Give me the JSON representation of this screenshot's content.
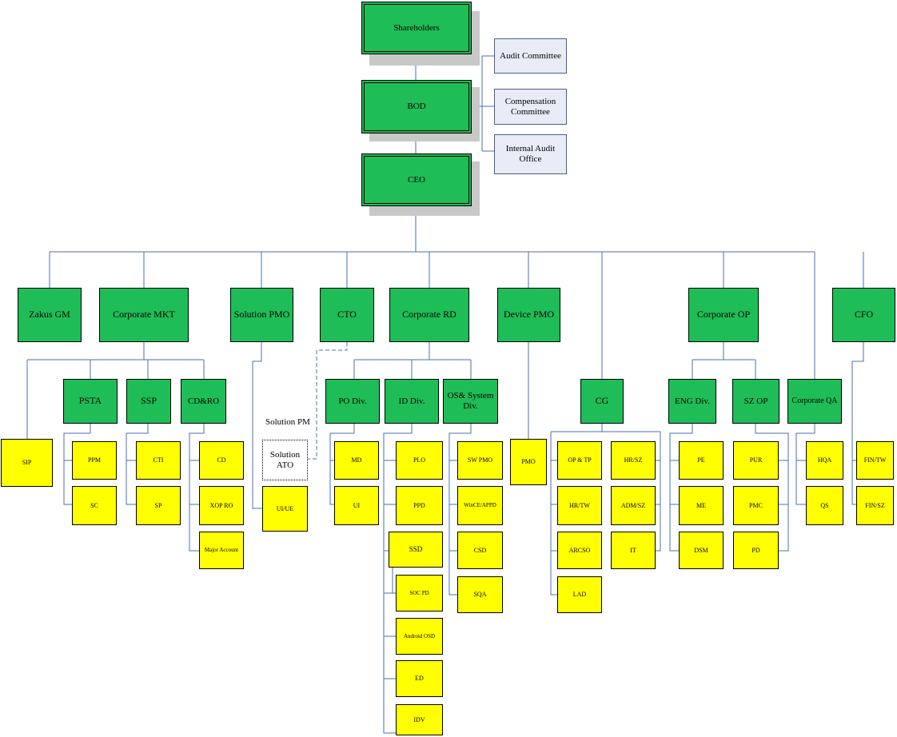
{
  "org_chart": {
    "shareholders": "Shareholders",
    "bod": "BOD",
    "ceo": "CEO",
    "committees": {
      "audit": "Audit  Committee",
      "compensation": "Compensation Committee",
      "internal_audit": "Internal Audit Office"
    },
    "departments": {
      "zakus_gm": "Zakus GM",
      "corporate_mkt": "Corporate MKT",
      "solution_pmo": "Solution PMO",
      "cto": "CTO",
      "corporate_rd": "Corporate RD",
      "device_pmo": "Device PMO",
      "corporate_op": "Corporate OP",
      "cfo": "CFO"
    },
    "level2": {
      "psta": "PSTA",
      "ssp": "SSP",
      "cd_ro": "CD&RO",
      "po_div": "PO Div.",
      "id_div": "ID Div.",
      "os_system_div": "OS& System Div.",
      "cg": "CG",
      "eng_div": "ENG Div.",
      "sz_op": "SZ OP",
      "corporate_qa": "Corporate QA"
    },
    "solution_pm": "Solution PM",
    "solution_ato": "Solution ATO",
    "units": {
      "sip": "SIP",
      "ppm": "PPM",
      "sc": "SC",
      "cti": "CTI",
      "sp": "SP",
      "cd": "CD",
      "xop_ro": "XOP RO",
      "major_account": "Major Account",
      "ui_ue": "UI/UE",
      "md": "MD",
      "ui": "UI",
      "plo": "PLO",
      "ppd": "PPD",
      "ssd": "SSD",
      "soc_pd": "SOC PD",
      "android_osd": "Android OSD",
      "ed": "ED",
      "idv": "IDV",
      "sw_pmo": "SW PMO",
      "wince_appd": "WinCE/APPD",
      "csd": "CSD",
      "sqa": "SQA",
      "pmo": "PMO",
      "op_tp": "OP & TP",
      "hr_sz": "HR/SZ",
      "hr_tw": "HR/TW",
      "adm_sz": "ADM/SZ",
      "arcso": "ARCSO",
      "it": "IT",
      "lad": "LAD",
      "pe": "PE",
      "me": "ME",
      "dsm": "DSM",
      "pur": "PUR",
      "pmc": "PMC",
      "pd": "PD",
      "hqa": "HQA",
      "qs": "QS",
      "fin_tw": "FIN/TW",
      "fin_sz": "FIN/SZ"
    }
  }
}
